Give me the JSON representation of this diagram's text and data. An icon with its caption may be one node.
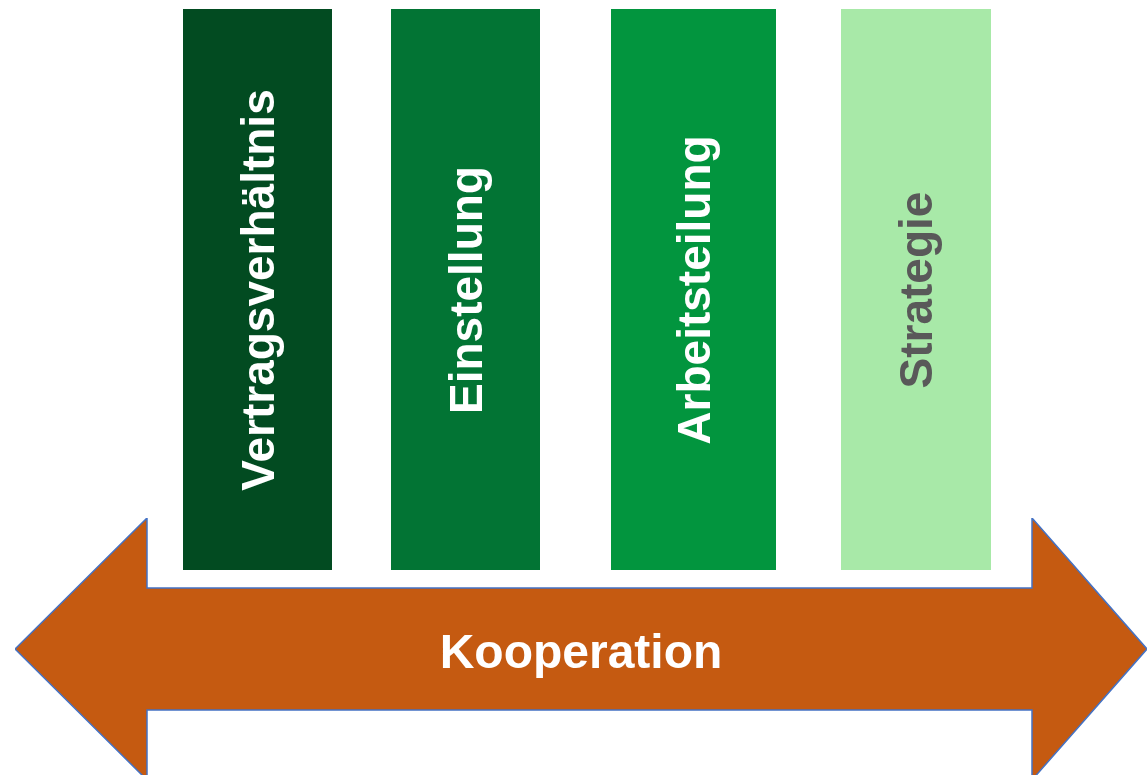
{
  "diagram": {
    "nodes": [
      {
        "text": [
          "Vertragsverhältnis"
        ]
      },
      {
        "text": [
          "Einstellung"
        ]
      },
      {
        "text": [
          "Arbeitsteilung"
        ]
      },
      {
        "text": [
          "Strategie"
        ]
      },
      {
        "text": [
          "Kooperation"
        ]
      }
    ],
    "edges": []
  }
}
